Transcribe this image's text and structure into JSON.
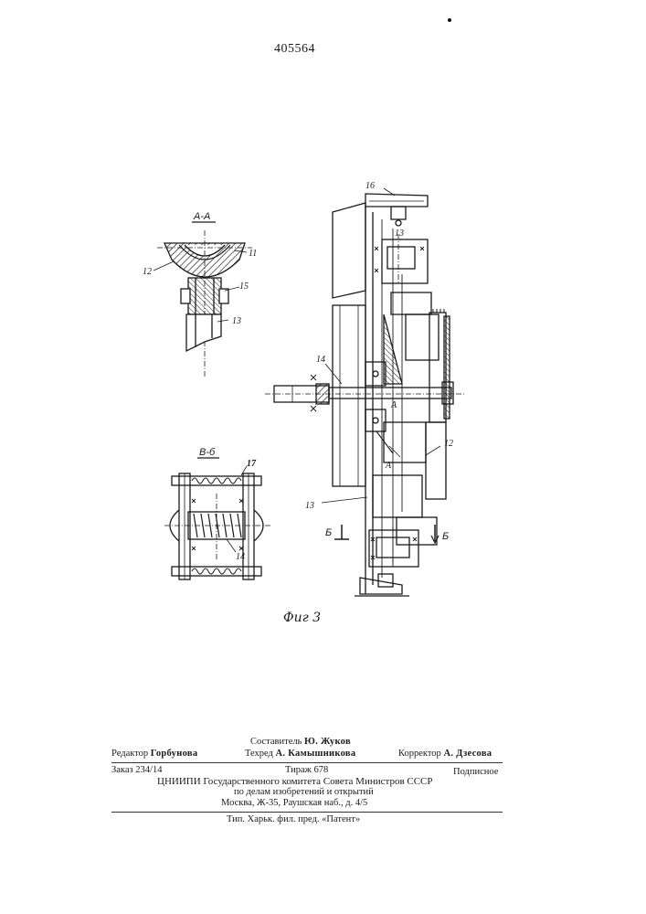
{
  "header": {
    "patent_number": "405564"
  },
  "drawing": {
    "section_a": "А-А",
    "section_b": "В-б",
    "figure_label": "Фиг 3",
    "labels": {
      "l11": "11",
      "l12a": "12",
      "l15": "15",
      "l13a": "13",
      "l17": "17",
      "l14a": "14",
      "l16": "16",
      "l13b": "13",
      "l14b": "14",
      "lA1": "А",
      "lA2": "А",
      "l12b": "12",
      "l13c": "13",
      "lB1": "Б",
      "lB2": "Б"
    }
  },
  "imprint": {
    "compiler_label": "Составитель",
    "compiler_name": "Ю. Жуков",
    "editor_label": "Редактор",
    "editor_name": "Горбунова",
    "tech_label": "Техред",
    "tech_name": "А. Камышникова",
    "corrector_label": "Корректор",
    "corrector_name": "А. Дзесова",
    "order": "Заказ 234/14",
    "print_run": "Тираж 678",
    "subscription": "Подписное",
    "org_line1": "ЦНИИПИ Государственного комитета Совета Министров СССР",
    "org_line2": "по делам изобретений и открытий",
    "address": "Москва, Ж-35, Раушская наб., д. 4/5",
    "printing": "Тип. Харьк. фил. пред. «Патент»"
  }
}
